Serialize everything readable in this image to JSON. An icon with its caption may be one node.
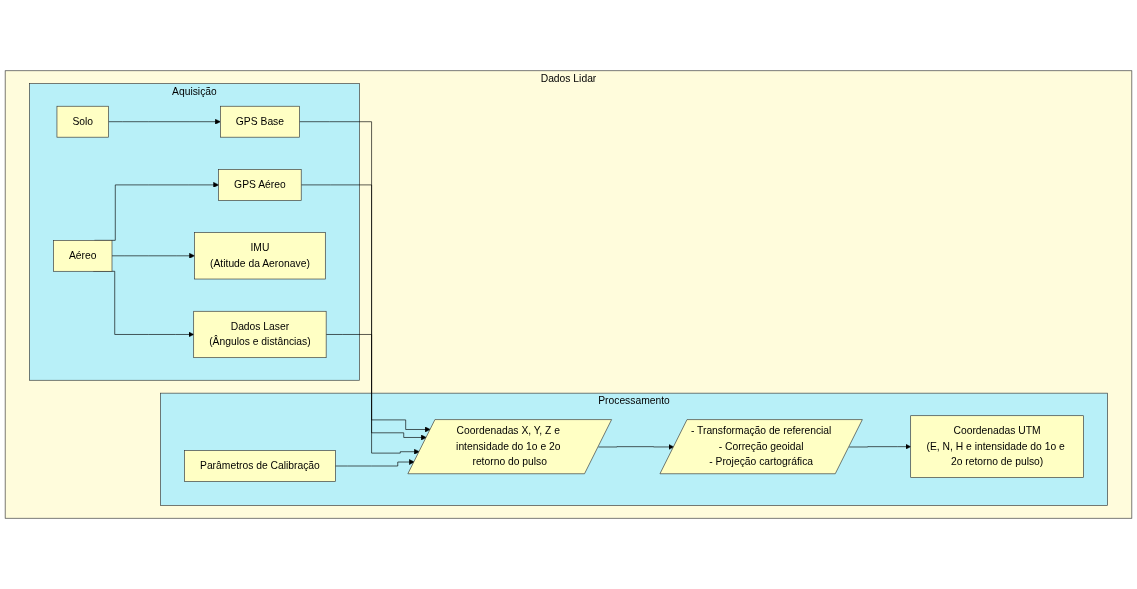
{
  "diagram": {
    "nodes": [
      {
        "text": [
          "Dados Lidar"
        ]
      },
      {
        "text": [
          "Aquisição"
        ],
        "in": 0
      },
      {
        "text": [
          "Solo"
        ],
        "in": 1
      },
      {
        "text": [
          "GPS Base"
        ],
        "in": 1
      },
      {
        "text": [
          "Aéreo"
        ],
        "in": 1
      },
      {
        "text": [
          "GPS Aéreo"
        ],
        "in": 1
      },
      {
        "text": [
          "IMU",
          "(Atitude da Aeronave)"
        ],
        "in": 1
      },
      {
        "text": [
          "Dados Laser",
          "(Ângulos e distâncias)"
        ],
        "in": 1
      },
      {
        "text": [
          "Processamento"
        ],
        "in": 0
      },
      {
        "text": [
          "Coordenadas X, Y, Z e intensidade do 1o e 2o retorno do pulso"
        ],
        "in": 8
      },
      {
        "text": [
          "Parâmetros de Calibração"
        ],
        "in": 8
      },
      {
        "text": [
          "- Transformação de referencial",
          "- Correção geoidal",
          "- Projeção cartográfica"
        ],
        "in": 8
      },
      {
        "text": [
          "Coordenadas UTM",
          "(E, N, H e intensidade do 1o e 2o retorno de pulso)"
        ],
        "in": 8
      }
    ],
    "edges": [
      {
        "from": 2,
        "to": 3,
        "arrow": "to"
      },
      {
        "from": 4,
        "to": 5,
        "arrow": "to"
      },
      {
        "from": 4,
        "to": 6,
        "arrow": "to"
      },
      {
        "from": 4,
        "to": 7,
        "arrow": "to"
      },
      {
        "from": 3,
        "to": 9,
        "arrow": "to"
      },
      {
        "from": 5,
        "to": 9,
        "arrow": "to"
      },
      {
        "from": 7,
        "to": 9,
        "arrow": "to"
      },
      {
        "from": 10,
        "to": 9,
        "arrow": "to"
      },
      {
        "from": 9,
        "to": 11,
        "arrow": "to"
      },
      {
        "from": 11,
        "to": 12,
        "arrow": "to"
      }
    ]
  }
}
